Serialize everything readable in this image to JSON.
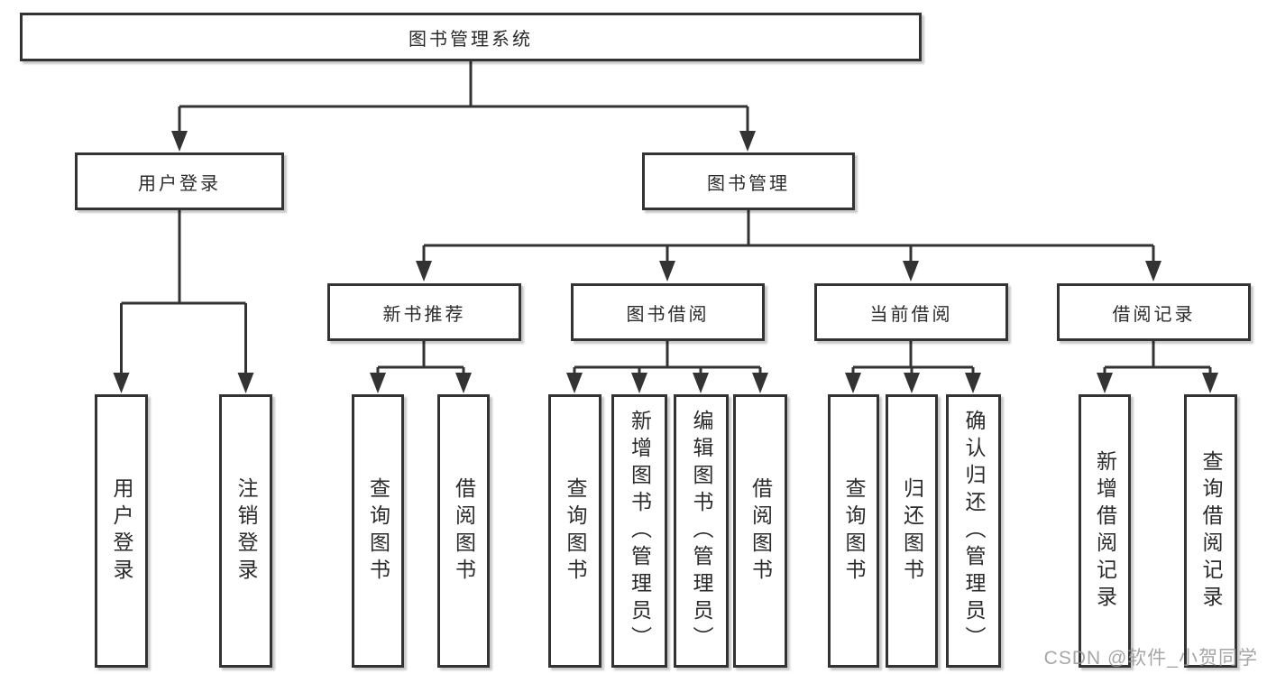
{
  "diagram": {
    "root": {
      "label": "图书管理系统"
    },
    "level2": [
      {
        "id": "user-login",
        "label": "用户登录",
        "parent": "图书管理系统"
      },
      {
        "id": "book-management",
        "label": "图书管理",
        "parent": "图书管理系统"
      }
    ],
    "level3": [
      {
        "id": "new-book-recommend",
        "label": "新书推荐",
        "parent": "图书管理"
      },
      {
        "id": "book-borrowing",
        "label": "图书借阅",
        "parent": "图书管理"
      },
      {
        "id": "current-borrowing",
        "label": "当前借阅",
        "parent": "图书管理"
      },
      {
        "id": "borrowing-records",
        "label": "借阅记录",
        "parent": "图书管理"
      }
    ],
    "leaves": [
      {
        "label": "用户登录",
        "parent": "用户登录"
      },
      {
        "label": "注销登录",
        "parent": "用户登录"
      },
      {
        "label": "查询图书",
        "parent": "新书推荐"
      },
      {
        "label": "借阅图书",
        "parent": "新书推荐"
      },
      {
        "label": "查询图书",
        "parent": "图书借阅"
      },
      {
        "label": "新增图书（管理员）",
        "parent": "图书借阅"
      },
      {
        "label": "编辑图书（管理员）",
        "parent": "图书借阅"
      },
      {
        "label": "借阅图书",
        "parent": "图书借阅"
      },
      {
        "label": "查询图书",
        "parent": "当前借阅"
      },
      {
        "label": "归还图书",
        "parent": "当前借阅"
      },
      {
        "label": "确认归还（管理员）",
        "parent": "当前借阅"
      },
      {
        "label": "新增借阅记录",
        "parent": "借阅记录"
      },
      {
        "label": "查询借阅记录",
        "parent": "借阅记录"
      }
    ],
    "watermark": "CSDN @软件_小贺同学",
    "colors": {
      "line": "#333333",
      "text": "#2b2b2b",
      "background": "#ffffff",
      "watermark": "#a6a6a6"
    }
  }
}
